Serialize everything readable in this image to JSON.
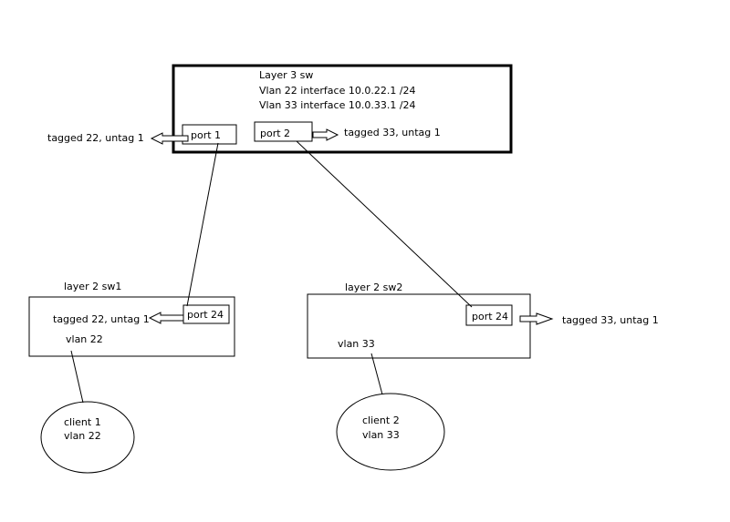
{
  "l3": {
    "title": "Layer 3 sw",
    "iface1": "Vlan 22 interface 10.0.22.1 /24",
    "iface2": "Vlan 33 interface 10.0.33.1 /24",
    "port1": "port 1",
    "port2": "port 2",
    "tag_left": "tagged 22, untag 1",
    "tag_right": "tagged 33, untag 1"
  },
  "sw1": {
    "title": "layer 2 sw1",
    "port": "port 24",
    "tag": "tagged 22, untag 1",
    "vlan": "vlan 22"
  },
  "sw2": {
    "title": "layer 2 sw2",
    "port": "port 24",
    "tag": "tagged 33, untag 1",
    "vlan": "vlan 33"
  },
  "client1": {
    "name": "client 1",
    "vlan": "vlan 22"
  },
  "client2": {
    "name": "client 2",
    "vlan": "vlan 33"
  }
}
